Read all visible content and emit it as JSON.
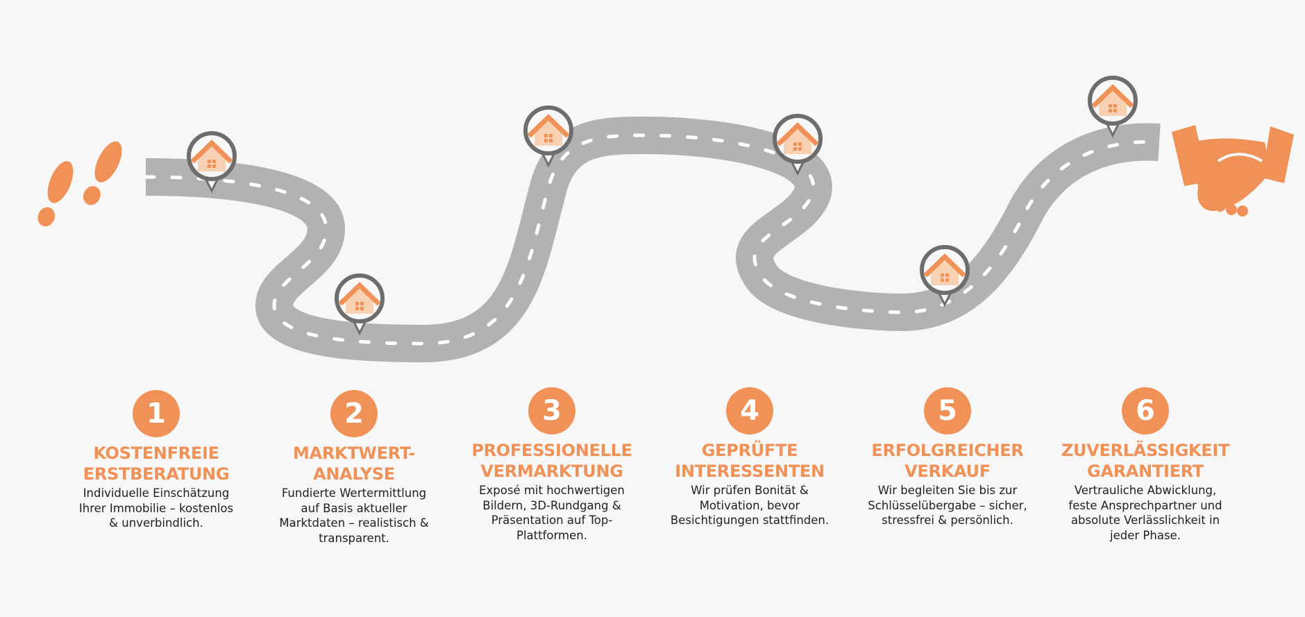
{
  "colors": {
    "accent": "#f09257",
    "road": "#b2b2b2",
    "marking": "#ffffff",
    "pin": "#6d6d6d",
    "text": "#1f1f1f"
  },
  "icons": {
    "start": "footprints-icon",
    "end": "handshake-icon",
    "marker": "house-pin-icon"
  },
  "steps": [
    {
      "number": "1",
      "title": [
        "KOSTENFREIE",
        "ERSTBERATUNG"
      ],
      "desc": [
        "Individuelle Einschätzung",
        "Ihrer Immobilie – kostenlos",
        "& unverbindlich."
      ]
    },
    {
      "number": "2",
      "title": [
        "MARKTWERT-",
        "ANALYSE"
      ],
      "desc": [
        "Fundierte Wertermittlung",
        "auf Basis aktueller",
        "Marktdaten – realistisch &",
        "transparent."
      ]
    },
    {
      "number": "3",
      "title": [
        "PROFESSIONELLE",
        "VERMARKTUNG"
      ],
      "desc": [
        "Exposé mit hochwertigen",
        "Bildern, 3D-Rundgang &",
        "Präsentation auf Top-",
        "Plattformen."
      ]
    },
    {
      "number": "4",
      "title": [
        "GEPRÜFTE",
        "INTERESSENTEN"
      ],
      "desc": [
        "Wir prüfen Bonität &",
        "Motivation, bevor",
        "Besichtigungen stattfinden."
      ]
    },
    {
      "number": "5",
      "title": [
        "ERFOLGREICHER",
        "VERKAUF"
      ],
      "desc": [
        "Wir begleiten Sie bis zur",
        "Schlüsselübergabe – sicher,",
        "stressfrei & persönlich."
      ]
    },
    {
      "number": "6",
      "title": [
        "ZUVERLÄSSIGKEIT",
        "GARANTIERT"
      ],
      "desc": [
        "Vertrauliche Abwicklung,",
        "feste Ansprechpartner und",
        "absolute Verlässlichkeit in",
        "jeder Phase."
      ]
    }
  ]
}
